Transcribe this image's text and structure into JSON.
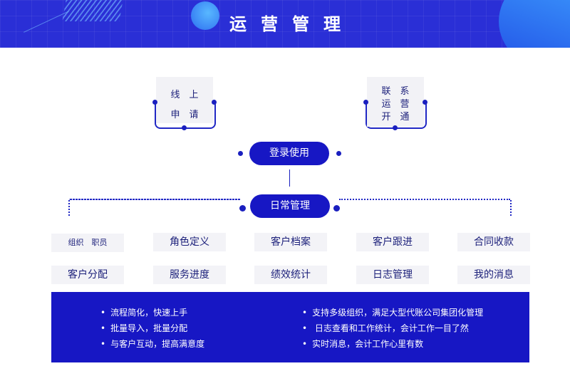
{
  "banner": {
    "title": "运营管理"
  },
  "top_left": {
    "line1": "线　上",
    "line2": "申　请"
  },
  "top_right": {
    "line1": "联　系",
    "line2": "运　营",
    "line3": "开　通"
  },
  "login_label": "登录使用",
  "daily_label": "日常管理",
  "features_row1": [
    "组织　职员",
    "角色定义",
    "客户档案",
    "客户跟进",
    "合同收款"
  ],
  "features_row2": [
    "客户分配",
    "服务进度",
    "绩效统计",
    "日志管理",
    "我的消息"
  ],
  "bullets_left": [
    "流程简化，快速上手",
    "批量导入，批量分配",
    "与客户互动，提高满意度"
  ],
  "bullets_right": [
    "支持多级组织，满足大型代账公司集团化管理",
    " 日志查看和工作统计，会计工作一目了然",
    "实时消息，会计工作心里有数"
  ],
  "colors": {
    "banner": "#2a2fd6",
    "accent": "#1717c4",
    "box_bg": "#f2f2f6",
    "text": "#1b1f7a"
  }
}
